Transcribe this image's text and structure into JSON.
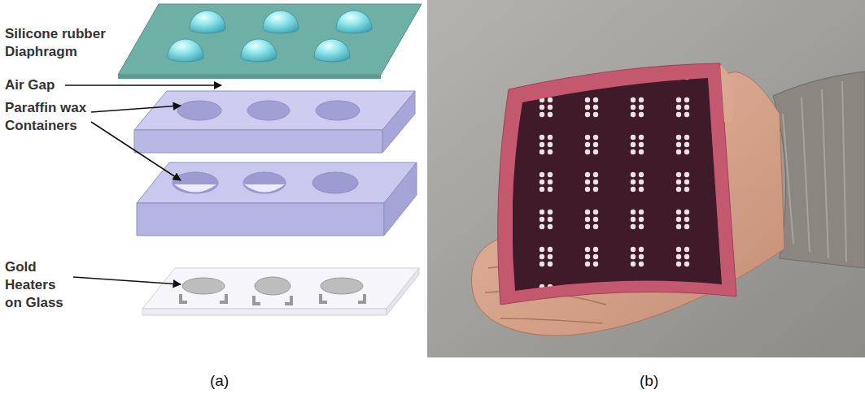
{
  "diagram": {
    "labels": [
      "Silicone rubber Diaphragm",
      "Air Gap",
      "Paraffin wax Containers",
      "Gold Heaters on Glass",
      "(a)",
      "(b)"
    ]
  }
}
